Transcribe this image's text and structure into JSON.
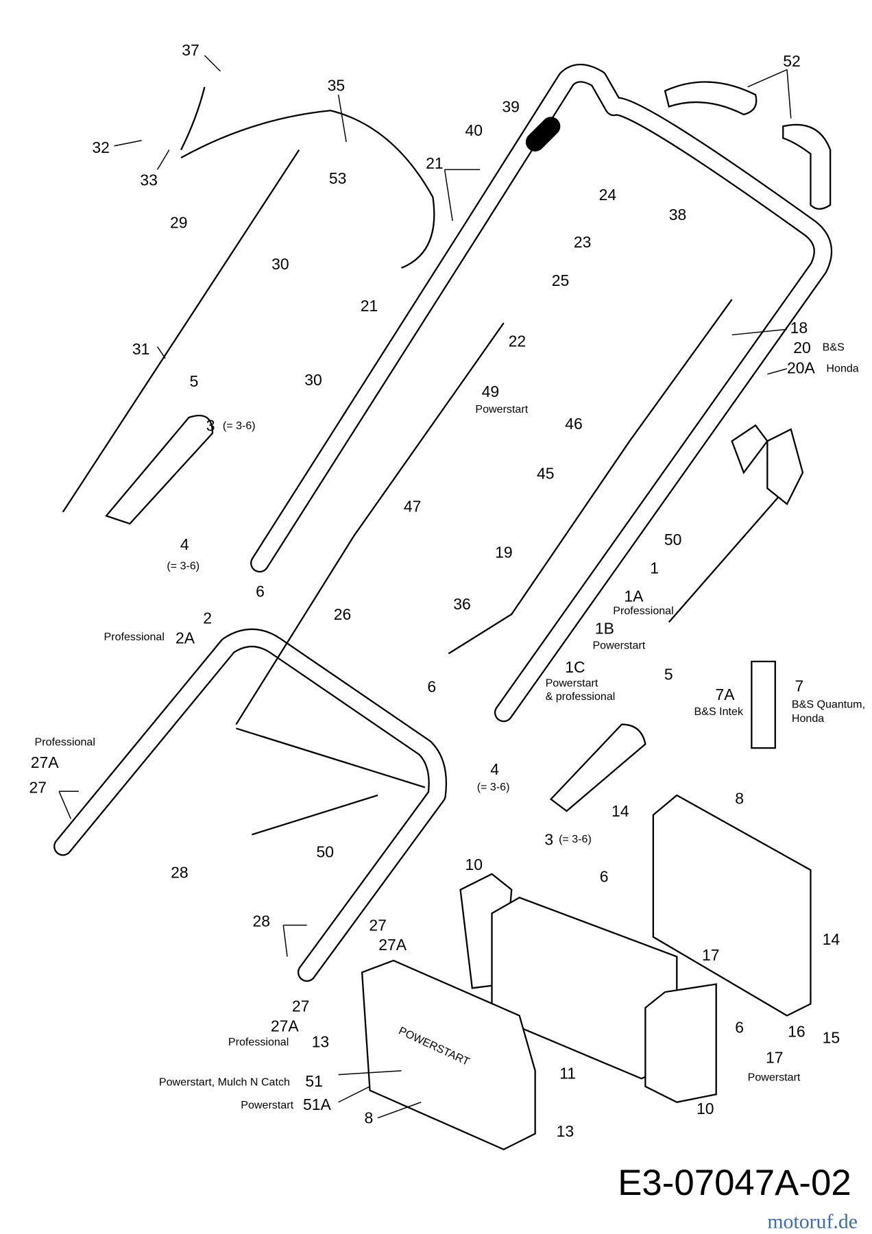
{
  "diagram": {
    "drawing_code": "E3-07047A-02",
    "watermark": "motoruf.de",
    "labels": {
      "p37": "37",
      "p52": "52",
      "p35": "35",
      "p39": "39",
      "p32": "32",
      "p40": "40",
      "p21a": "21",
      "p33": "33",
      "p53": "53",
      "p24": "24",
      "p38": "38",
      "p29": "29",
      "p23": "23",
      "p30a": "30",
      "p25": "25",
      "p21b": "21",
      "p18": "18",
      "p31": "31",
      "p22": "22",
      "p20": "20",
      "p20_note": "B&S",
      "p30b": "30",
      "p20A": "20A",
      "p20A_note": "Honda",
      "p5a": "5",
      "p49": "49",
      "p49_note": "Powerstart",
      "p46": "46",
      "p3a": "3",
      "p3a_note": "(= 3-6)",
      "p45": "45",
      "p47": "47",
      "p50a": "50",
      "p4a": "4",
      "p4a_note": "(= 3-6)",
      "p19": "19",
      "p1": "1",
      "p1A": "1A",
      "p1A_note": "Professional",
      "p6a": "6",
      "p26": "26",
      "p36": "36",
      "p2": "2",
      "p2A_note": "Professional",
      "p2A": "2A",
      "p1B": "1B",
      "p1B_note": "Powerstart",
      "p1C": "1C",
      "p1C_note1": "Powerstart",
      "p1C_note2": "& professional",
      "p6b": "6",
      "p5b": "5",
      "p7": "7",
      "p7A": "7A",
      "p7A_note": "B&S Intek",
      "p7_note1": "B&S Quantum,",
      "p7_note2": "Honda",
      "p27A_note": "Professional",
      "p27Aa": "27A",
      "p27a": "27",
      "p4b": "4",
      "p4b_note": "(= 3-6)",
      "p3b": "3",
      "p3b_note": "(= 3-6)",
      "p14a": "14",
      "p8a": "8",
      "p50b": "50",
      "p28a": "28",
      "p10a": "10",
      "p6c": "6",
      "p28b": "28",
      "p27b": "27",
      "p27Ab": "27A",
      "p17a": "17",
      "p14b": "14",
      "p27c": "27",
      "p27Ac": "27A",
      "p27Ac_note": "Professional",
      "p13a": "13",
      "p6d": "6",
      "p16": "16",
      "p15": "15",
      "p17b": "17",
      "p17b_note": "Powerstart",
      "p11": "11",
      "p51": "51",
      "p51_note": "Powerstart, Mulch N Catch",
      "p51A": "51A",
      "p51A_note": "Powerstart",
      "p10b": "10",
      "p8b": "8",
      "p13b": "13"
    },
    "box_print": "POWERSTART"
  }
}
